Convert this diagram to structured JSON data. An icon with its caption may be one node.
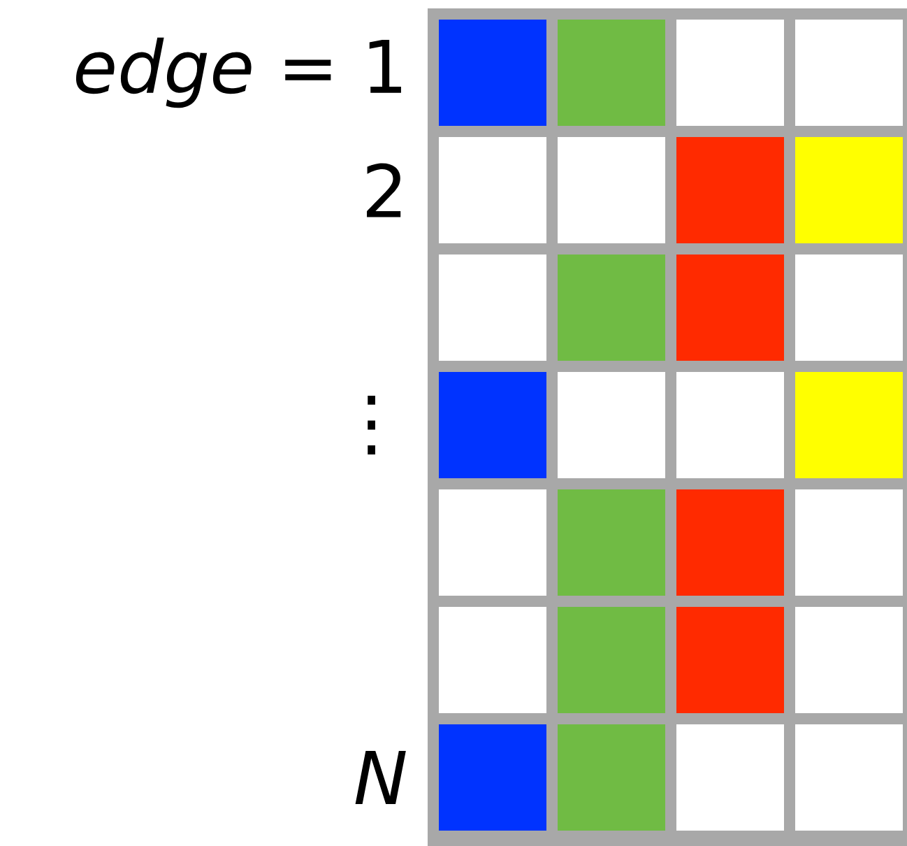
{
  "diagram": {
    "labels": [
      "*edge* = 1",
      "2",
      "⋮",
      "*N*"
    ]
  }
}
